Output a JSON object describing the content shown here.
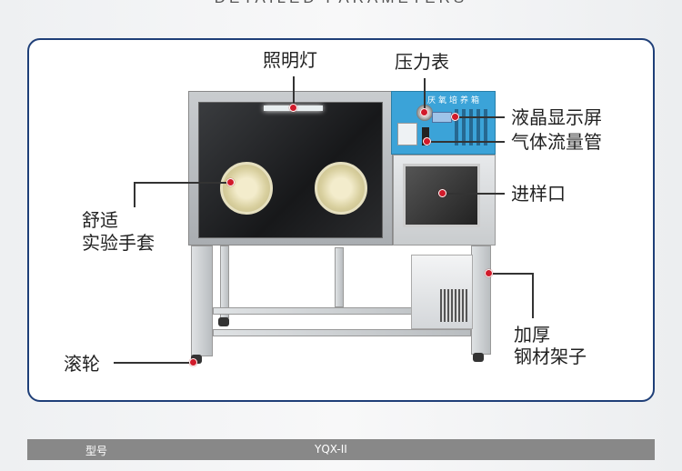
{
  "header": {
    "title": "DETAILED PARAMETERS"
  },
  "diagram": {
    "panel_label": "厌氧培养箱",
    "labels": {
      "lighting": "照明灯",
      "pressure_gauge": "压力表",
      "lcd_screen": "液晶显示屏",
      "gas_flow_tube": "气体流量管",
      "sample_port": "进样口",
      "gloves_line1": "舒适",
      "gloves_line2": "实验手套",
      "casters": "滚轮",
      "frame_line1": "加厚",
      "frame_line2": "钢材架子"
    },
    "colors": {
      "border": "#1f3f78",
      "marker": "#d11a2a",
      "panel": "#3ba3d8"
    }
  },
  "spec_table": {
    "rows": [
      {
        "key": "型号",
        "value": "YQX-II"
      }
    ]
  }
}
